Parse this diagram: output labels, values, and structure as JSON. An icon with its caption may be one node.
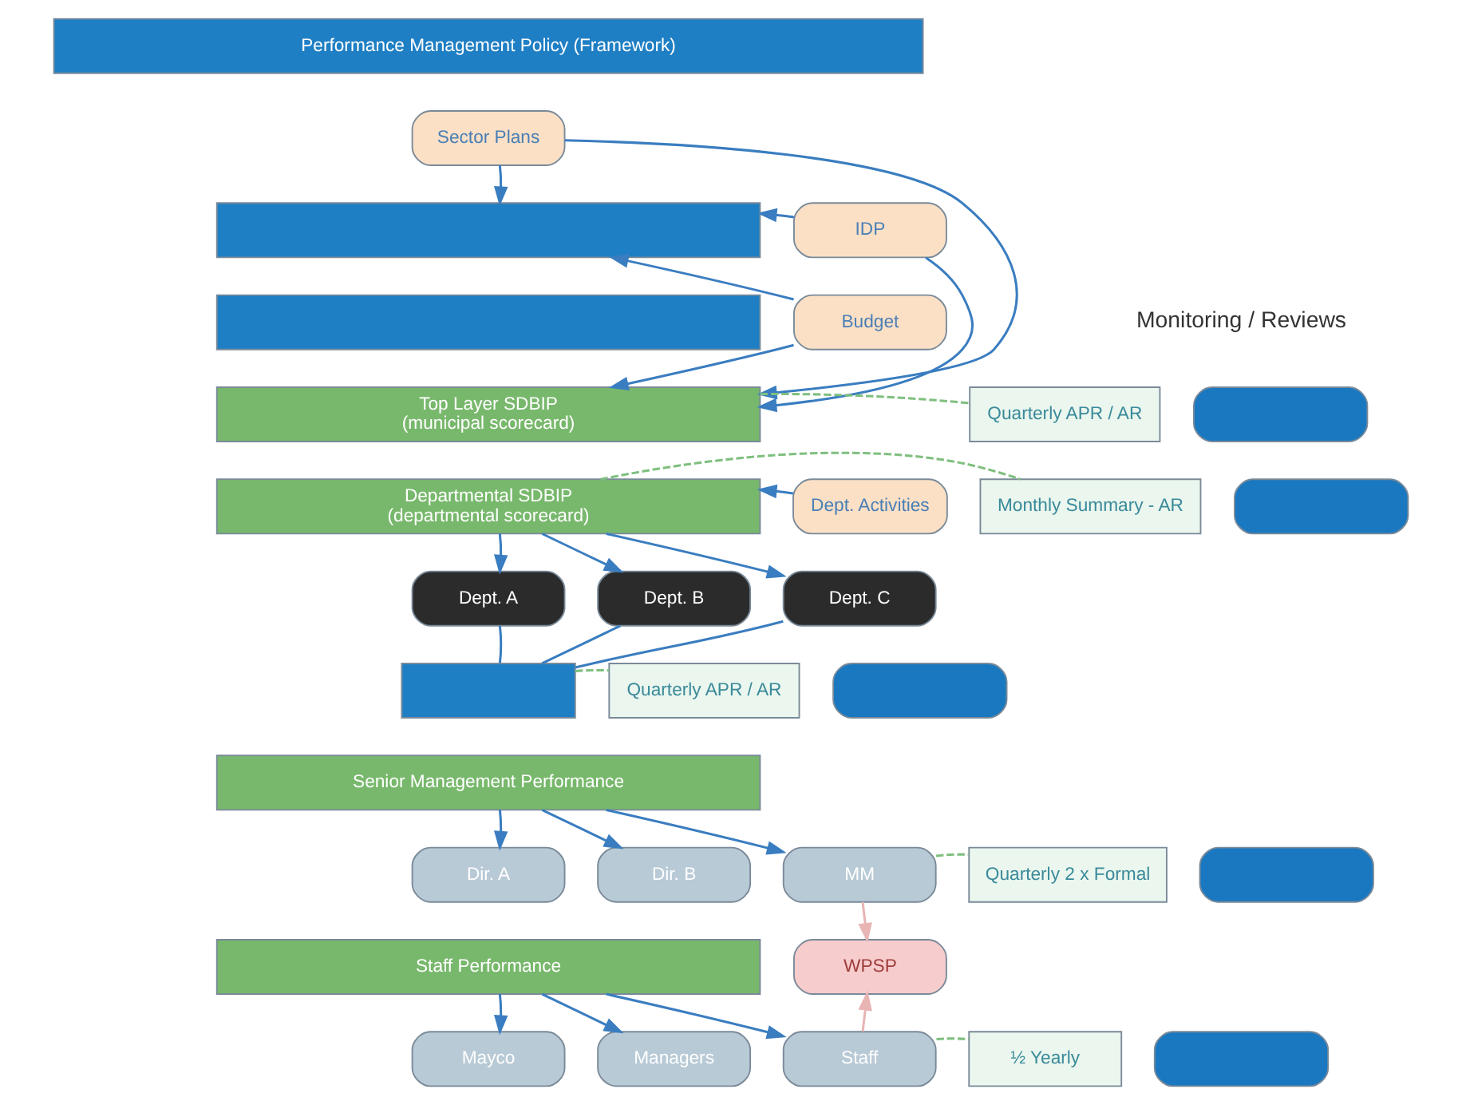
{
  "diagram": {
    "nodes": [
      {
        "text": [
          "Performance Management Policy (Framework)"
        ]
      },
      {
        "text": [],
        "shape": "box"
      },
      {
        "text": [],
        "shape": "box"
      },
      {
        "text": [
          "Sector Plans"
        ]
      },
      {
        "text": [
          "IDP"
        ]
      },
      {
        "text": [
          "Budget"
        ]
      },
      {
        "text": [
          "Top Layer SDBIP",
          "(municipal scorecard)"
        ]
      },
      {
        "text": [
          "Departmental SDBIP",
          "(departmental scorecard)"
        ]
      },
      {
        "text": [
          "Dept. Activities"
        ]
      },
      {
        "text": [
          "Dept. A"
        ]
      },
      {
        "text": [
          "Dept. B"
        ]
      },
      {
        "text": [
          "Dept. C"
        ]
      },
      {
        "text": [],
        "shape": "box"
      },
      {
        "text": [
          "Senior Management Performance"
        ]
      },
      {
        "text": [
          "Dir. A"
        ]
      },
      {
        "text": [
          "Dir. B"
        ]
      },
      {
        "text": [
          "MM"
        ]
      },
      {
        "text": [
          "Staff Performance"
        ]
      },
      {
        "text": [
          "WPSP"
        ]
      },
      {
        "text": [
          "Mayco"
        ]
      },
      {
        "text": [
          "Managers"
        ]
      },
      {
        "text": [
          "Staff"
        ]
      },
      {
        "text": [
          "Quarterly APR / AR"
        ]
      },
      {
        "text": [],
        "shape": "box"
      },
      {
        "text": [
          "Monthly Summary - AR"
        ]
      },
      {
        "text": [],
        "shape": "box"
      },
      {
        "text": [
          "Quarterly APR / AR"
        ]
      },
      {
        "text": [],
        "shape": "box"
      },
      {
        "text": [
          "Quarterly 2 x Formal"
        ]
      },
      {
        "text": [],
        "shape": "box"
      },
      {
        "text": [
          "½ Yearly"
        ]
      },
      {
        "text": [],
        "shape": "box"
      }
    ],
    "edges": [
      {
        "from": 3,
        "to": 1,
        "arrow": "to"
      },
      {
        "from": 4,
        "to": 1,
        "arrow": "to"
      },
      {
        "from": 5,
        "to": 1,
        "arrow": "to"
      },
      {
        "from": 3,
        "to": 6,
        "arrow": "to"
      },
      {
        "from": 4,
        "to": 6,
        "arrow": "to"
      },
      {
        "from": 5,
        "to": 6,
        "arrow": "to"
      },
      {
        "from": 8,
        "to": 7,
        "arrow": "to"
      },
      {
        "from": 7,
        "to": 9,
        "arrow": "to"
      },
      {
        "from": 7,
        "to": 10,
        "arrow": "to"
      },
      {
        "from": 7,
        "to": 11,
        "arrow": "to"
      },
      {
        "from": 9,
        "to": 12,
        "arrow": "none"
      },
      {
        "from": 10,
        "to": 12,
        "arrow": "none"
      },
      {
        "from": 11,
        "to": 12,
        "arrow": "none"
      },
      {
        "from": 13,
        "to": 14,
        "arrow": "to"
      },
      {
        "from": 13,
        "to": 15,
        "arrow": "to"
      },
      {
        "from": 13,
        "to": 16,
        "arrow": "to"
      },
      {
        "from": 17,
        "to": 19,
        "arrow": "to"
      },
      {
        "from": 17,
        "to": 20,
        "arrow": "to"
      },
      {
        "from": 17,
        "to": 21,
        "arrow": "to"
      },
      {
        "from": 16,
        "to": 18,
        "arrow": "to",
        "color": "#e8b4b4"
      },
      {
        "from": 21,
        "to": 18,
        "arrow": "to",
        "color": "#e8b4b4"
      },
      {
        "from": 6,
        "to": 22,
        "arrow": "none",
        "style": "dashed",
        "color": "#7fbf7f"
      },
      {
        "from": 7,
        "to": 24,
        "arrow": "none",
        "style": "dashed",
        "color": "#7fbf7f"
      },
      {
        "from": 12,
        "to": 26,
        "arrow": "none",
        "style": "dashed",
        "color": "#7fbf7f"
      },
      {
        "from": 16,
        "to": 28,
        "arrow": "none",
        "style": "dashed",
        "color": "#7fbf7f"
      },
      {
        "from": 21,
        "to": 30,
        "arrow": "none",
        "style": "dashed",
        "color": "#7fbf7f"
      }
    ],
    "labels": [
      "Monitoring / Reviews"
    ]
  }
}
